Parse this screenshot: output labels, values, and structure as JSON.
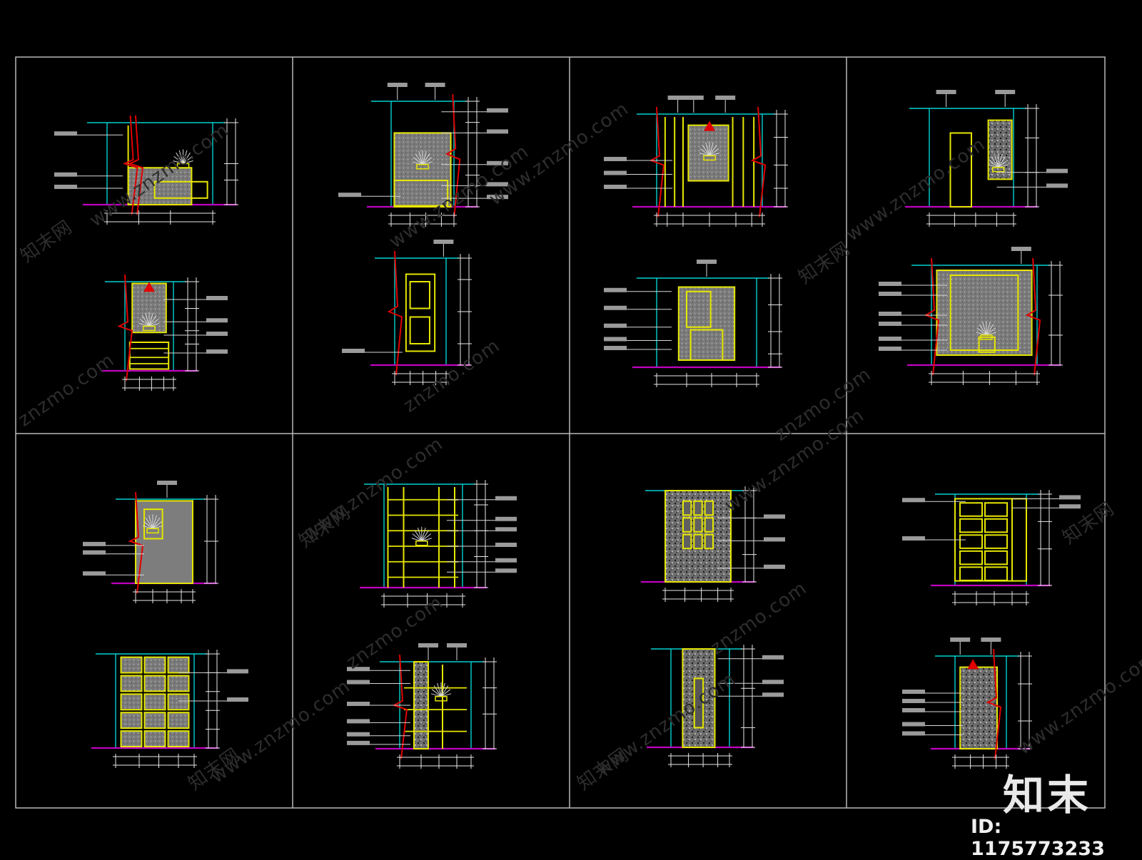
{
  "watermark": {
    "site": "www.znzmo.com",
    "brand_cn": "知末网",
    "domain": "znzmo.com"
  },
  "brand": {
    "logo_text": "知末",
    "id_text": "ID: 1175773233"
  },
  "colors": {
    "background": "#000000",
    "frame": "#b8b8b8",
    "wall": "#e6e600",
    "ceiling": "#00d0d0",
    "floor": "#c000c0",
    "section": "#e00000",
    "dimension": "#e8e8e8",
    "leader": "#d8d8d8",
    "hatch": "#8a8a8a",
    "tag": "#9a9a9a"
  },
  "grid": {
    "columns": 4,
    "rows": 2,
    "panel_count": 8,
    "drawings_per_panel": 2
  }
}
